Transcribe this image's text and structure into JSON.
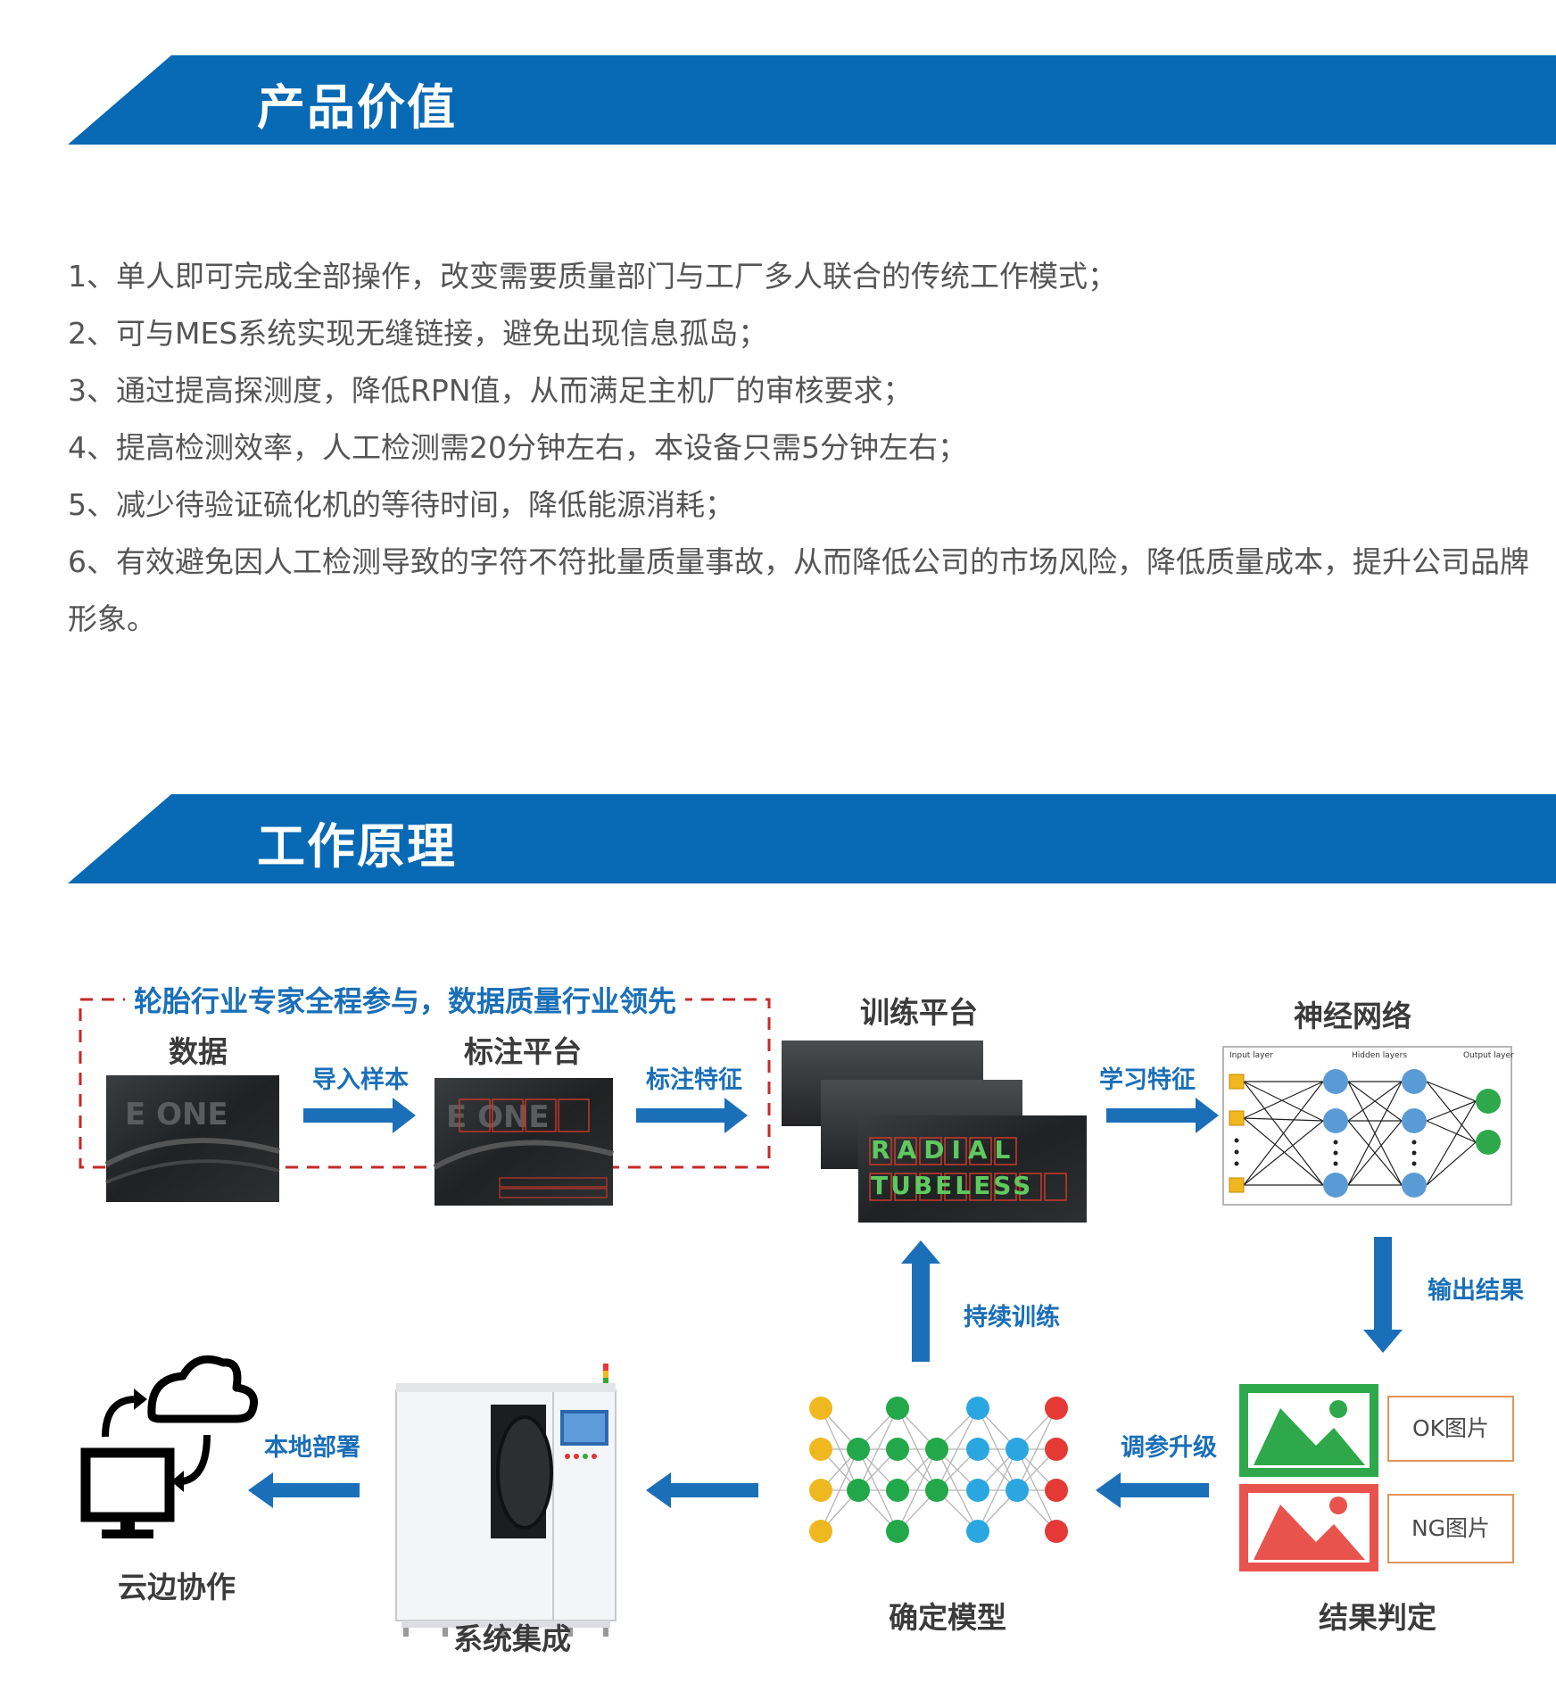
{
  "sections": {
    "value_title": "产品价值",
    "principle_title": "工作原理"
  },
  "values": [
    "1、单人即可完成全部操作，改变需要质量部门与工厂多人联合的传统工作模式；",
    "2、可与MES系统实现无缝链接，避免出现信息孤岛；",
    "3、通过提高探测度，降低RPN值，从而满足主机厂的审核要求；",
    "4、提高检测效率，人工检测需20分钟左右，本设备只需5分钟左右；",
    "5、减少待验证硫化机的等待时间，降低能源消耗；",
    "6、有效避免因人工检测导致的字符不符批量质量事故，从而降低公司的市场风险，降低质量成本，提升公司品牌形象。"
  ],
  "diagram": {
    "expert_note": "轮胎行业专家全程参与，数据质量行业领先",
    "nodes": {
      "data": "数据",
      "annotation": "标注平台",
      "training": "训练平台",
      "network": "神经网络",
      "judge": "结果判定",
      "model": "确定模型",
      "system": "系统集成",
      "cloud": "云边协作"
    },
    "arrows": {
      "import": "导入样本",
      "label": "标注特征",
      "learn": "学习特征",
      "output": "输出结果",
      "tune": "调参升级",
      "retrain": "持续训练",
      "deploy": "本地部署"
    },
    "nn_layers": {
      "input": "Input layer",
      "hidden": "Hidden layers",
      "output": "Output layer"
    },
    "results": {
      "ok": "OK图片",
      "ng": "NG图片"
    },
    "tire_text": {
      "line1": "RADIAL",
      "line2": "TUBELESS"
    },
    "colors": {
      "brand_blue": "#0869b5",
      "arrow_blue": "#1a6fb8",
      "dash_red": "#c62828",
      "ok_green": "#2ea84a",
      "ng_red": "#e8534e",
      "tag_orange": "#e2935a"
    }
  }
}
